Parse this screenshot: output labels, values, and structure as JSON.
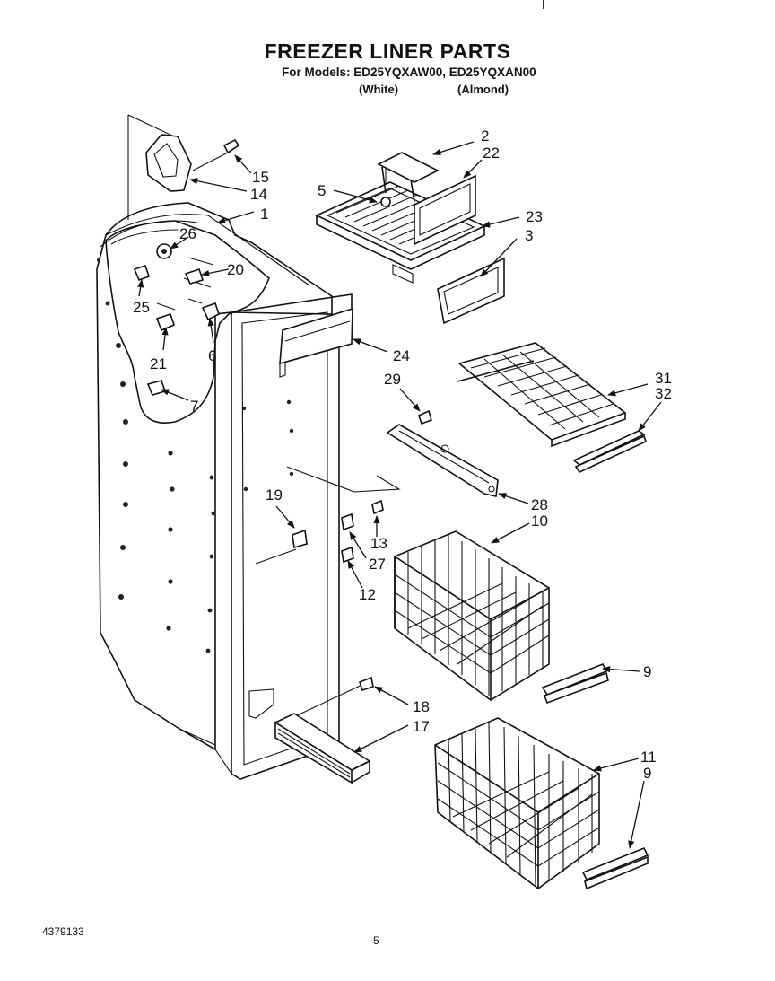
{
  "header": {
    "title": "FREEZER LINER PARTS",
    "models_line": "For Models: ED25YQXAW00, ED25YQXAN00",
    "variant_white": "(White)",
    "variant_almond": "(Almond)"
  },
  "footer": {
    "document_number": "4379133",
    "page_number": "5"
  },
  "callouts": {
    "c1": "1",
    "c2": "2",
    "c3": "3",
    "c5": "5",
    "c6": "6",
    "c7": "7",
    "c9a": "9",
    "c9b": "9",
    "c10": "10",
    "c11": "11",
    "c12": "12",
    "c13": "13",
    "c14": "14",
    "c15": "15",
    "c17": "17",
    "c18": "18",
    "c19": "19",
    "c20": "20",
    "c21": "21",
    "c22": "22",
    "c23": "23",
    "c24": "24",
    "c25": "25",
    "c26": "26",
    "c27": "27",
    "c28": "28",
    "c29": "29",
    "c31": "31",
    "c32": "32"
  }
}
